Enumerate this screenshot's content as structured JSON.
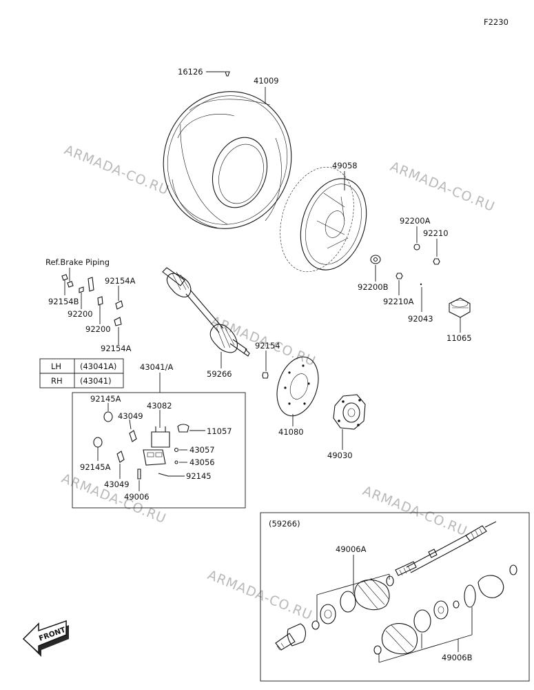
{
  "figure_code": "F2230",
  "ref_note": "Ref.Brake Piping",
  "side_table": [
    {
      "side": "LH",
      "part": "(43041A)"
    },
    {
      "side": "RH",
      "part": "(43041)"
    }
  ],
  "caliper_assembly_label": "43041/A",
  "detail_box_label": "(59266)",
  "front_arrow_text": "FRONT",
  "watermarks": [
    "ARMADA-CO.RU",
    "ARMADA-CO.RU",
    "ARMADA-CO.RU",
    "ARMADA-CO.RU",
    "ARMADA-CO.RU",
    "ARMADA-CO.RU"
  ],
  "parts": {
    "p16126": "16126",
    "p41009": "41009",
    "p49058": "49058",
    "p92200A": "92200A",
    "p92210": "92210",
    "p92200B": "92200B",
    "p92210A": "92210A",
    "p92043": "92043",
    "p11065": "11065",
    "p92154A_top": "92154A",
    "p92154B": "92154B",
    "p92200_1": "92200",
    "p92200_2": "92200",
    "p92154A_bot": "92154A",
    "p59266": "59266",
    "p92154": "92154",
    "p41080": "41080",
    "p49030": "49030",
    "p92145A_top": "92145A",
    "p43049_top": "43049",
    "p43082": "43082",
    "p11057": "11057",
    "p43057": "43057",
    "p43056": "43056",
    "p92145A_bot": "92145A",
    "p43049_bot": "43049",
    "p49006": "49006",
    "p92145": "92145",
    "p49006A": "49006A",
    "p49006B": "49006B"
  }
}
